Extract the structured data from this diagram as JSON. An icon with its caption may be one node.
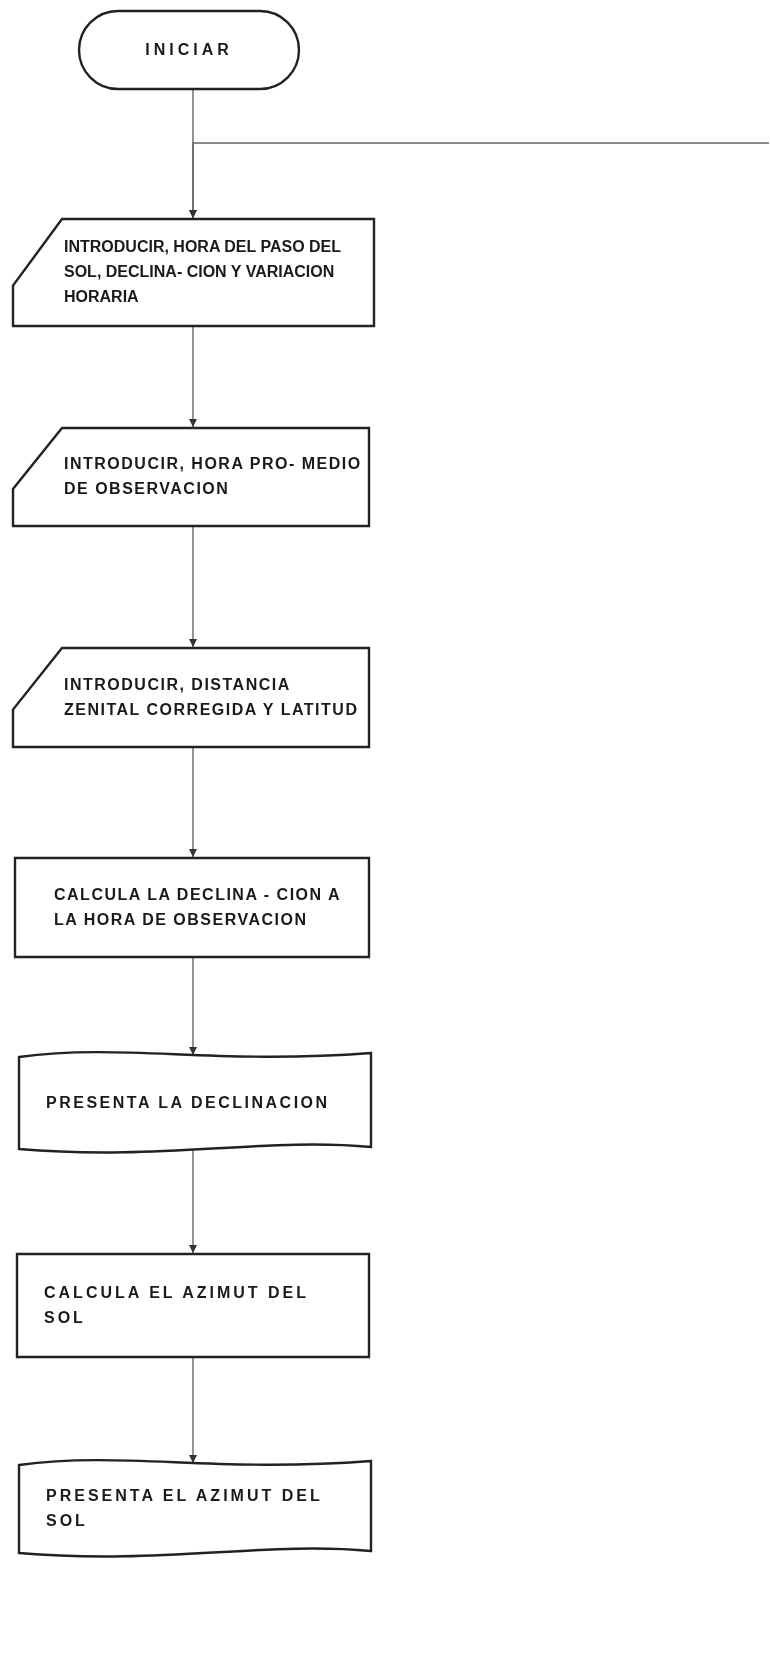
{
  "diagram": {
    "nodes": [
      {
        "text": [
          "INICIAR"
        ]
      },
      {
        "text": [
          "INTRODUCIR, HORA DEL PASO DEL SOL, DECLINA- CION Y VARIACION HORARIA"
        ]
      },
      {
        "text": [
          "INTRODUCIR, HORA PRO- MEDIO DE OBSERVACION"
        ]
      },
      {
        "text": [
          "INTRODUCIR, DISTANCIA ZENITAL CORREGIDA Y LATITUD"
        ]
      },
      {
        "text": [
          "CALCULA LA DECLINA - CION A LA HORA DE OBSERVACION"
        ]
      },
      {
        "text": [
          "PRESENTA LA DECLINACION"
        ]
      },
      {
        "text": [
          "CALCULA EL AZIMUT DEL SOL"
        ]
      },
      {
        "text": [
          "PRESENTA EL AZIMUT DEL SOL"
        ]
      }
    ],
    "edges": [
      {
        "from": 0,
        "to": 1,
        "arrow": "to"
      },
      {
        "from": null,
        "to": 1,
        "arrow": "to"
      },
      {
        "from": 1,
        "to": 2,
        "arrow": "to"
      },
      {
        "from": 2,
        "to": 3,
        "arrow": "to"
      },
      {
        "from": 3,
        "to": 4,
        "arrow": "to"
      },
      {
        "from": 4,
        "to": 5,
        "arrow": "to"
      },
      {
        "from": 5,
        "to": 6,
        "arrow": "to"
      },
      {
        "from": 6,
        "to": 7,
        "arrow": "to"
      }
    ]
  }
}
